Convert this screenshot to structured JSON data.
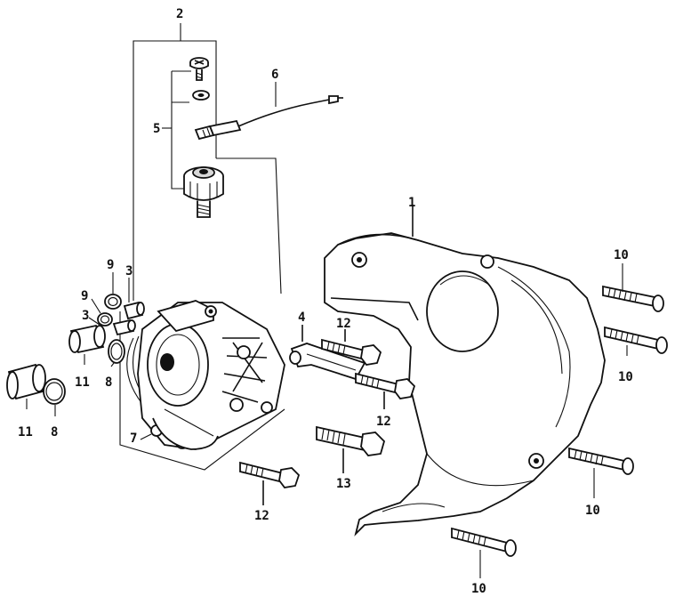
{
  "diagram": {
    "callouts": [
      {
        "id": "c1",
        "text": "1"
      },
      {
        "id": "c2",
        "text": "2"
      },
      {
        "id": "c3a",
        "text": "3"
      },
      {
        "id": "c3b",
        "text": "3"
      },
      {
        "id": "c4",
        "text": "4"
      },
      {
        "id": "c5",
        "text": "5"
      },
      {
        "id": "c6",
        "text": "6"
      },
      {
        "id": "c7",
        "text": "7"
      },
      {
        "id": "c8a",
        "text": "8"
      },
      {
        "id": "c8b",
        "text": "8"
      },
      {
        "id": "c9a",
        "text": "9"
      },
      {
        "id": "c9b",
        "text": "9"
      },
      {
        "id": "c10a",
        "text": "10"
      },
      {
        "id": "c10b",
        "text": "10"
      },
      {
        "id": "c10c",
        "text": "10"
      },
      {
        "id": "c10d",
        "text": "10"
      },
      {
        "id": "c11a",
        "text": "11"
      },
      {
        "id": "c11b",
        "text": "11"
      },
      {
        "id": "c12a",
        "text": "12"
      },
      {
        "id": "c12b",
        "text": "12"
      },
      {
        "id": "c12c",
        "text": "12"
      },
      {
        "id": "c13",
        "text": "13"
      }
    ]
  }
}
